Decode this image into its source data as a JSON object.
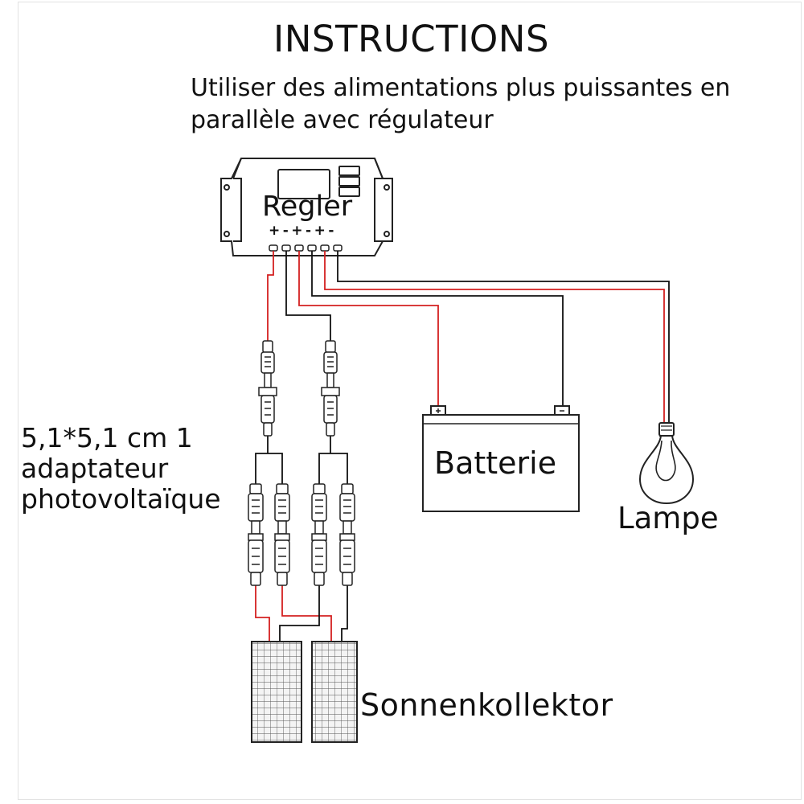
{
  "title": "INSTRUCTIONS",
  "subtitle_line1": "Utiliser des alimentations plus puissantes en",
  "subtitle_line2": "parallèle avec régulateur",
  "controller": {
    "label": "Regler",
    "terminals": "+-+-+-"
  },
  "battery": {
    "label": "Batterie",
    "plus": "+",
    "minus": "−"
  },
  "lamp": {
    "label": "Lampe"
  },
  "adapter": {
    "line1": "5,1*5,1 cm 1",
    "line2": "adaptateur",
    "line3": "photovoltaïque"
  },
  "solar": {
    "label": "Sonnenkollektor"
  },
  "colors": {
    "positive_wire": "#d42020",
    "negative_wire": "#111111",
    "outline": "#222222"
  }
}
